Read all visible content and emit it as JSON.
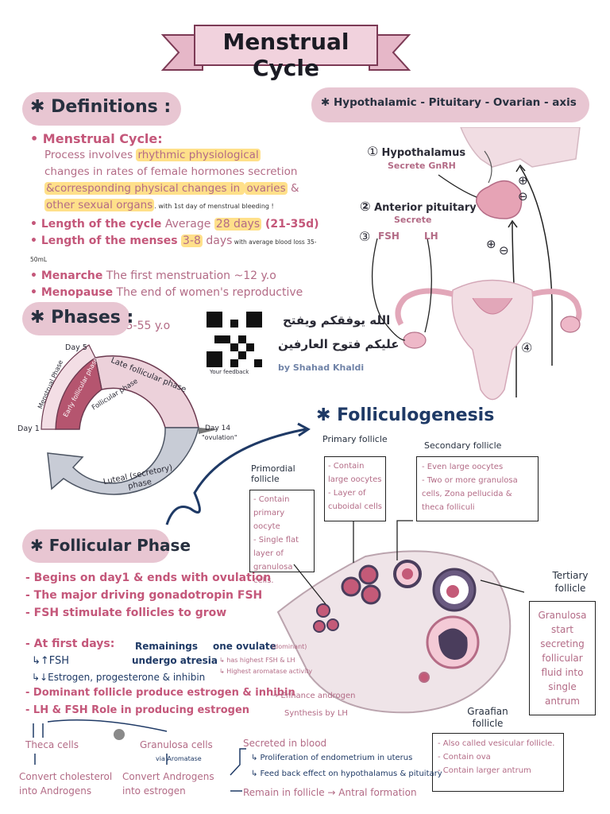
{
  "title": "Menstrual Cycle",
  "definitions": {
    "heading": "✱ Definitions :",
    "mc_label": "Menstrual Cycle:",
    "mc_line1_pre": "Process involves ",
    "mc_line1_hl": "rhythmic physiological",
    "mc_line2": "changes in rates of female hormones secretion",
    "mc_line3_hl": "&corresponding physical changes in ",
    "mc_line3_hl2": "ovaries",
    "mc_line3_end": " &",
    "mc_line4_hl": "other sexual organs",
    "mc_line4_note": ". with 1st day of menstrual bleeding !",
    "length_label": "Length of the cycle",
    "length_text": " Average ",
    "length_hl": "28 days",
    "length_range": " (21-35d)",
    "menses_label": "Length of the menses",
    "menses_hl": "3-8",
    "menses_text": " days",
    "menses_note": " with average blood loss 35-50mL",
    "menarche_label": "Menarche",
    "menarche_text": " The first menstruation ~12 y.o",
    "menopause_label": "Menopause",
    "menopause_text": " The end of women's reproductive phase",
    "menopause_age": "~45-55 y.o"
  },
  "hpo": {
    "heading": "✱ Hypothalamic - Pituitary - Ovarian - axis",
    "n1": "①",
    "hypothalamus": "Hypothalamus",
    "secrete_gnrh": "Secrete GnRH",
    "n2": "②",
    "ant_pit": "Anterior pituitary",
    "secrete": "Secrete",
    "n3": "③",
    "fsh": "FSH",
    "lh": "LH",
    "n4": "④",
    "plus": "⊕",
    "minus": "⊖"
  },
  "phases": {
    "heading": "✱ Phases :",
    "day5": "Day 5",
    "day1": "Day 1",
    "day14": "Day 14",
    "ovulation_q": "\"ovulation\"",
    "late_follicular": "Late follicular phase",
    "menstrual": "Menstrual Phase",
    "early_follicular": "Early follicular phase",
    "follicular": "Follicular phase",
    "luteal": "Luteal (secretory) phase"
  },
  "credit": {
    "feedback": "Your feedback",
    "arabic1": "الله يوفقكم ويفتح",
    "arabic2": "عليكم فتوح العارفين",
    "author": "by Shahad Khaldi"
  },
  "folliculogenesis": {
    "heading": "✱ Folliculogenesis",
    "primordial_title": "Primordial follicle",
    "primordial_items": [
      "Contain primary oocyte",
      "Single flat layer of granulosa cells."
    ],
    "primary_title": "Primary follicle",
    "primary_items": [
      "Contain large oocytes",
      "Layer of cuboidal cells"
    ],
    "secondary_title": "Secondary follicle",
    "secondary_items": [
      "Even large oocytes",
      "Two or more granulosa cells, Zona pellucida & theca folliculi"
    ],
    "tertiary_title": "Tertiary follicle",
    "tertiary_text": "Granulosa start secreting follicular fluid into single antrum",
    "graafian_title": "Graafian follicle",
    "graafian_items": [
      "Also called vesicular follicle.",
      "Contain ova",
      "Contain larger antrum"
    ]
  },
  "follicular_phase": {
    "heading": "✱ Follicular Phase",
    "b1": "- Begins on day1 & ends with ovulation",
    "b2": "- The major driving gonadotropin FSH",
    "b3": "- FSH stimulate follicles to grow",
    "first_days": "- At first days:",
    "fsh_up": "↳↑FSH",
    "est_down": "↳↓Estrogen, progesterone & inhibin",
    "remainings": "Remainings",
    "undergo": "undergo atresia",
    "one_ovulate": "one ovulate",
    "dominant": "(dominant)",
    "having": "↳ has highest FSH & LH",
    "highest_arom": "↳ Highest aromatase activity",
    "dominant_line": "- Dominant follicle produce estrogen & inhibin",
    "enhance": "→ Enhance androgen",
    "synthesis": "Synthesis by LH",
    "lh_fsh_role": "- LH & FSH Role in producing estrogen",
    "theca": "Theca cells",
    "convert_chol": "Convert cholesterol into Androgens",
    "granulosa": "Granulosa cells",
    "via_arom": "via Aromatase",
    "convert_andro": "Convert Androgens into estrogen",
    "secreted_blood": "Secreted in blood",
    "prolif": "↳ Proliferation of endometrium in uterus",
    "feedback_eff": "↳ Feed back effect on hypothalamus & pituitary",
    "remain_foll": "Remain in follicle → Antral formation"
  }
}
